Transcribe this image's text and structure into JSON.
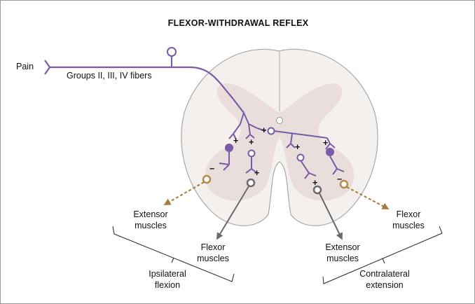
{
  "title": "FLEXOR-WITHDRAWAL REFLEX",
  "stimulus": "Pain",
  "afferent": "Groups II, III, IV fibers",
  "sign_plus": "+",
  "sign_minus": "−",
  "ipsilateral": {
    "inhibited_line1": "Extensor",
    "inhibited_line2": "muscles",
    "excited_line1": "Flexor",
    "excited_line2": "muscles",
    "group_line1": "Ipsilateral",
    "group_line2": "flexion"
  },
  "contralateral": {
    "excited_line1": "Extensor",
    "excited_line2": "muscles",
    "inhibited_line1": "Flexor",
    "inhibited_line2": "muscles",
    "group_line1": "Contralateral",
    "group_line2": "extension"
  },
  "colors": {
    "nerve": "#7a5ba6",
    "excitatory_motor": "#6a6a6a",
    "inhibited_motor": "#b8894a",
    "cord_white_matter": "#f4f0ee",
    "cord_gray_matter": "#e9dedb",
    "outline": "#a8a8a8"
  }
}
